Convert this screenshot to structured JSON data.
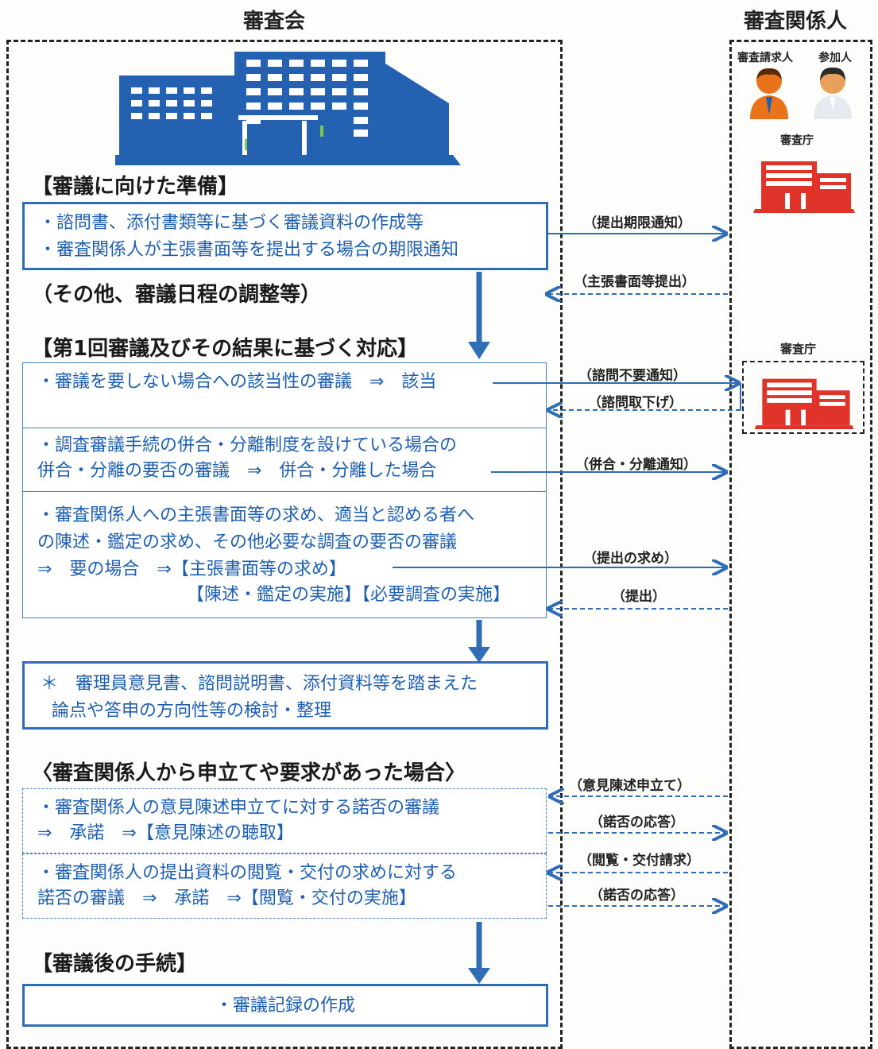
{
  "headers": {
    "council": "審査会",
    "parties": "審査関係人"
  },
  "parties_panel": {
    "requester": "審査請求人",
    "participant": "参加人",
    "agency_top": "審査庁",
    "agency_mid": "審査庁"
  },
  "sections": {
    "prep": "【審議に向けた準備】",
    "other": "（その他、審議日程の調整等）",
    "first": "【第1回審議及びその結果に基づく対応】",
    "request": "〈審査関係人から申立てや要求があった場合〉",
    "after": "【審議後の手続】"
  },
  "boxes": {
    "prep": [
      "・諮問書、添付書類等に基づく審議資料の作成等",
      "・審査関係人が主張書面等を提出する場合の期限通知"
    ],
    "b1": [
      "・審議を要しない場合への該当性の審議　⇒　該当"
    ],
    "b2": [
      "・調査審議手続の併合・分離制度を設けている場合の",
      "併合・分離の要否の審議　⇒　併合・分離した場合"
    ],
    "b3": [
      "・審査関係人への主張書面等の求め、適当と認める者へ",
      "の陳述・鑑定の求め、その他必要な調査の要否の審議",
      "⇒　要の場合　⇒【主張書面等の求め】",
      "【陳述・鑑定の実施】【必要調査の実施】"
    ],
    "review": [
      "＊　審理員意見書、諮問説明書、添付資料等を踏まえた",
      "論点や答申の方向性等の検討・整理"
    ],
    "r1": [
      "・審査関係人の意見陳述申立てに対する諾否の審議",
      "⇒　承諾　⇒【意見陳述の聴取】"
    ],
    "r2": [
      "・審査関係人の提出資料の閲覧・交付の求めに対する",
      "諾否の審議　⇒　承諾　⇒【閲覧・交付の実施】"
    ],
    "final": "・審議記録の作成"
  },
  "arrows": {
    "deadline": "（提出期限通知）",
    "submit_docs": "（主張書面等提出）",
    "no_consult": "（諮問不要通知）",
    "withdraw": "（諮問取下げ）",
    "merge": "（併合・分離通知）",
    "request_submit": "（提出の求め）",
    "submit": "（提出）",
    "opinion": "（意見陳述申立て）",
    "reply1": "（諾否の応答）",
    "view": "（閲覧・交付請求）",
    "reply2": "（諾否の応答）"
  },
  "colors": {
    "blue": "#2f6db5",
    "text_blue": "#1f5fb0",
    "agency_red": "#e0342b",
    "person_orange": "#e8731a"
  }
}
